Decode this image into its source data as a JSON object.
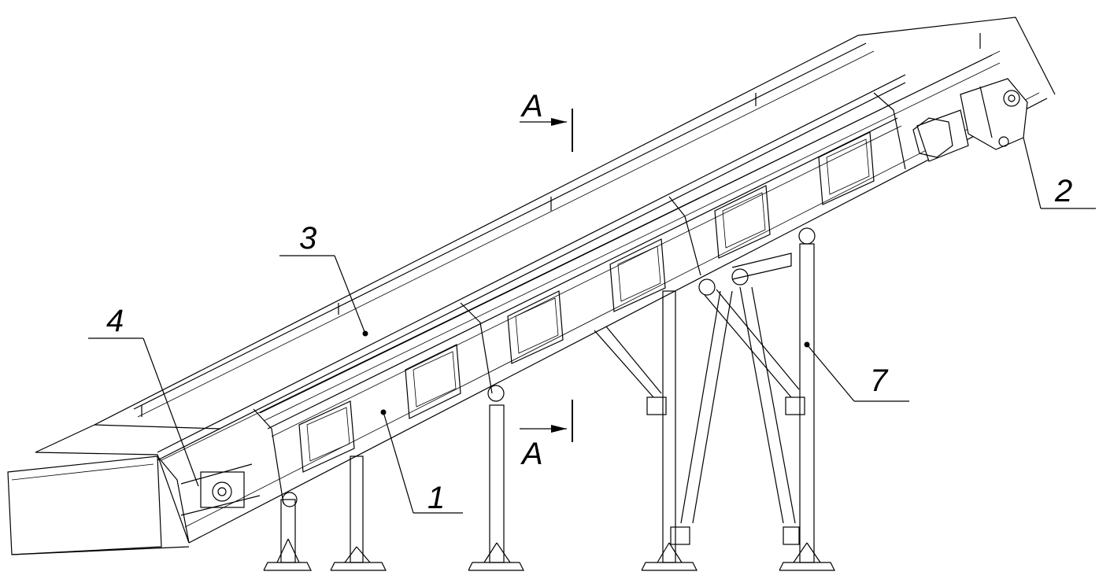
{
  "drawing": {
    "callouts": [
      {
        "id": "1",
        "label": "1"
      },
      {
        "id": "2",
        "label": "2"
      },
      {
        "id": "3",
        "label": "3"
      },
      {
        "id": "4",
        "label": "4"
      },
      {
        "id": "7",
        "label": "7"
      }
    ],
    "section_marks": [
      {
        "id": "a-top",
        "label": "A"
      },
      {
        "id": "a-bottom",
        "label": "A"
      }
    ]
  }
}
